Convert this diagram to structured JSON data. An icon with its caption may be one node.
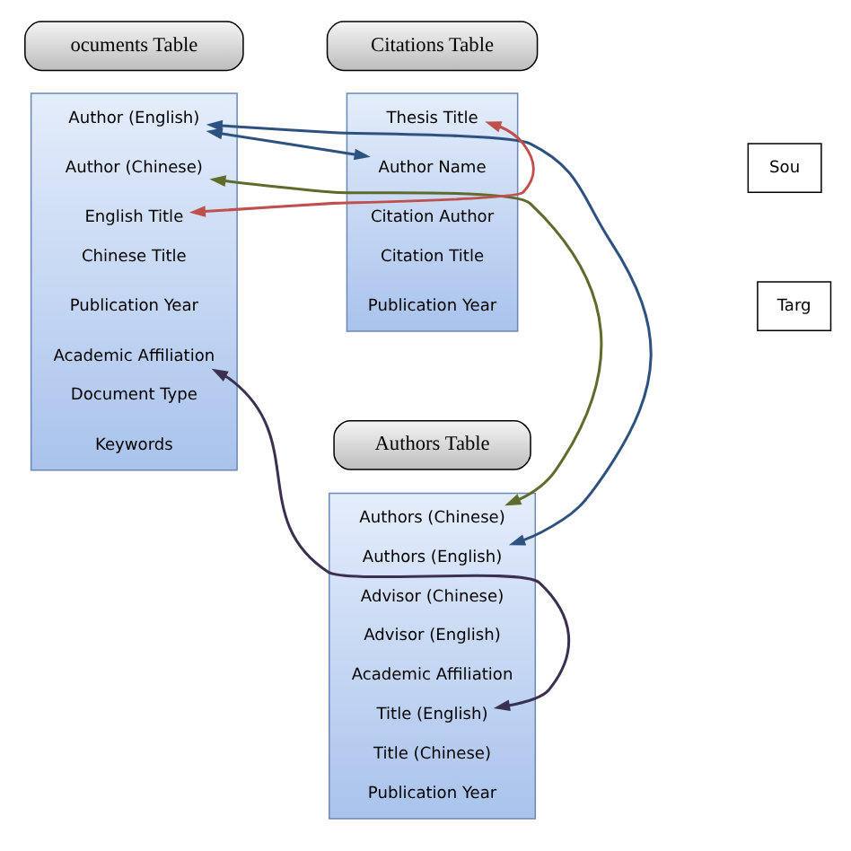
{
  "diagram": {
    "nodes": [
      {
        "text": [
          "ocuments Table"
        ]
      },
      {
        "text": [],
        "shape": "box"
      },
      {
        "text": [
          "Author (English)"
        ],
        "in": 1
      },
      {
        "text": [
          "Author (Chinese)"
        ],
        "in": 1
      },
      {
        "text": [
          "English Title"
        ],
        "in": 1
      },
      {
        "text": [
          "Chinese Title"
        ],
        "in": 1
      },
      {
        "text": [
          "Publication Year"
        ],
        "in": 1
      },
      {
        "text": [
          "Academic Affiliation"
        ],
        "in": 1
      },
      {
        "text": [
          "Document Type"
        ],
        "in": 1
      },
      {
        "text": [
          "Keywords"
        ],
        "in": 1
      },
      {
        "text": [
          "Citations Table"
        ]
      },
      {
        "text": [],
        "shape": "box"
      },
      {
        "text": [
          "Thesis Title"
        ],
        "in": 11
      },
      {
        "text": [
          "Author Name"
        ],
        "in": 11
      },
      {
        "text": [
          "Citation Author"
        ],
        "in": 11
      },
      {
        "text": [
          "Citation Title"
        ],
        "in": 11
      },
      {
        "text": [
          "Publication Year"
        ],
        "in": 11
      },
      {
        "text": [
          "Sou"
        ]
      },
      {
        "text": [
          "Targ"
        ]
      },
      {
        "text": [
          "Authors Table"
        ]
      },
      {
        "text": [],
        "shape": "box"
      },
      {
        "text": [
          "Authors (Chinese)"
        ],
        "in": 20
      },
      {
        "text": [
          "Authors (English)"
        ],
        "in": 20
      },
      {
        "text": [
          "Advisor (Chinese)"
        ],
        "in": 20
      },
      {
        "text": [
          "Advisor (English)"
        ],
        "in": 20
      },
      {
        "text": [
          "Academic Affiliation"
        ],
        "in": 20
      },
      {
        "text": [
          "Title (English)"
        ],
        "in": 20
      },
      {
        "text": [
          "Title (Chinese)"
        ],
        "in": 20
      },
      {
        "text": [
          "Publication Year"
        ],
        "in": 20
      }
    ],
    "edges": [
      {
        "from": 2,
        "to": 13,
        "arrow": "both",
        "color": "#2e5280"
      },
      {
        "from": 2,
        "to": 22,
        "arrow": "both",
        "color": "#2e5280"
      },
      {
        "from": 3,
        "to": 21,
        "arrow": "both",
        "color": "#5e6b2c"
      },
      {
        "from": 4,
        "to": 12,
        "arrow": "both",
        "color": "#c0504d"
      },
      {
        "from": 7,
        "to": 26,
        "arrow": "both",
        "color": "#3b3050"
      }
    ]
  }
}
